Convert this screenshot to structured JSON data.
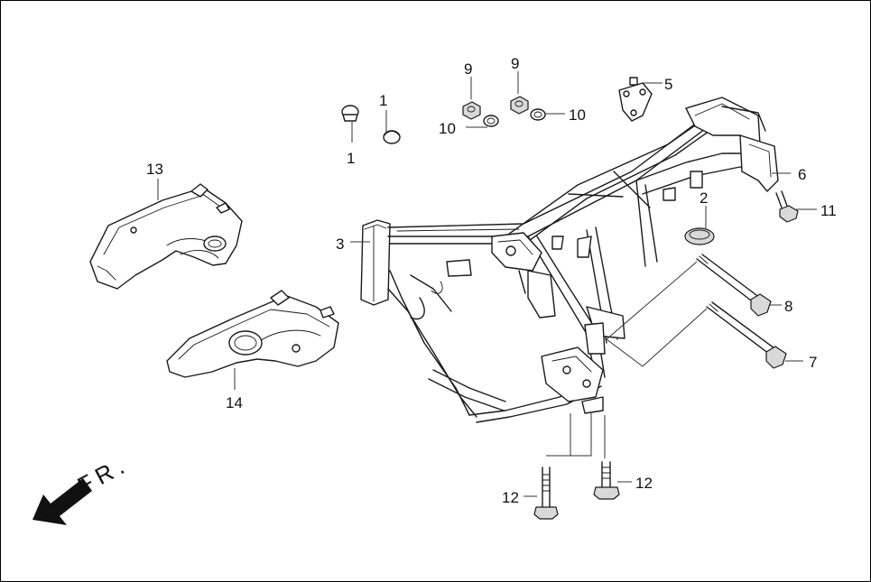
{
  "diagram": {
    "direction_label": "FR.",
    "part_numbers": {
      "p1a": "1",
      "p1b": "1",
      "p2": "2",
      "p3": "3",
      "p5": "5",
      "p6": "6",
      "p7": "7",
      "p8": "8",
      "p9a": "9",
      "p9b": "9",
      "p10a": "10",
      "p10b": "10",
      "p11": "11",
      "p12a": "12",
      "p12b": "12",
      "p13": "13",
      "p14": "14"
    }
  }
}
